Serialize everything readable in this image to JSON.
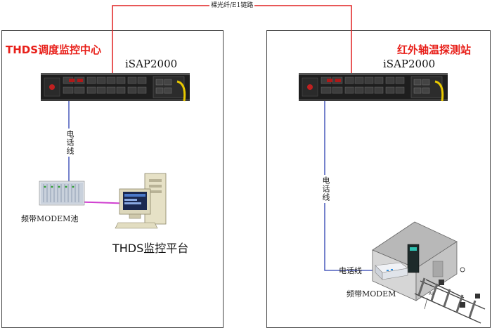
{
  "link": {
    "label": "裸光纤/E1链路"
  },
  "left_panel": {
    "title": "THDS调度监控中心",
    "device": "iSAP2000",
    "phone_line": "电话线",
    "modem_pool": "频带MODEM池",
    "platform": "THDS监控平台"
  },
  "right_panel": {
    "title": "红外轴温探测站",
    "device": "iSAP2000",
    "phone_line_vertical": "电话线",
    "phone_line_horizontal": "电话线",
    "modem": "频带MODEM",
    "sensor_tag": "AS"
  },
  "colors": {
    "fiber_link": "#e02020",
    "phone_line": "#2b3fb0",
    "serial_link": "#d040d0",
    "title_red": "#e8201a"
  }
}
